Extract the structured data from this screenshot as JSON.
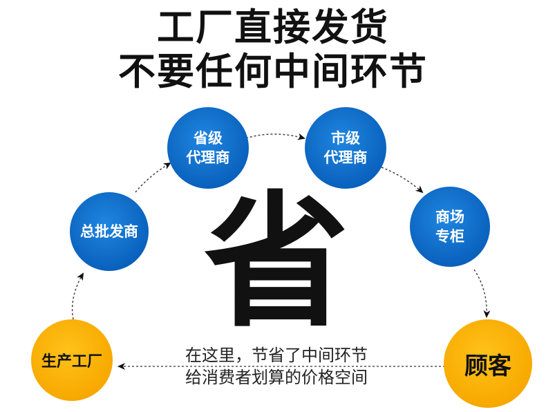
{
  "header": {
    "line1": "工厂直接发货",
    "line2": "不要任何中间环节"
  },
  "flow": {
    "factory": "生产工厂",
    "wholesaler": "总批发商",
    "province_l1": "省级",
    "province_l2": "代理商",
    "city_l1": "市级",
    "city_l2": "代理商",
    "mall_l1": "商场",
    "mall_l2": "专柜",
    "customer": "顾客"
  },
  "center_char": "省",
  "note": {
    "line1": "在这里，节省了中间环节",
    "line2": "给消费者划算的价格空间"
  },
  "colors": {
    "node_blue": "#0a62bd",
    "node_yellow": "#f7a900",
    "title_text": "#111111"
  }
}
